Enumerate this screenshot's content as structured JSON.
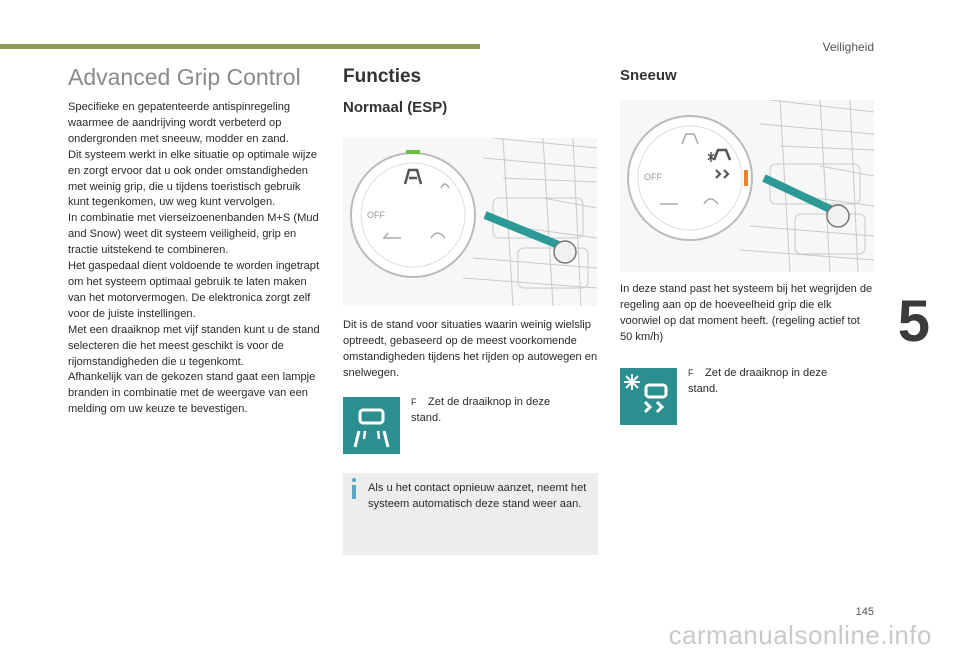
{
  "header": {
    "section": "Veiligheid",
    "chapter_number": "5",
    "page_number": "145",
    "watermark": "carmanualsonline.info"
  },
  "intro": {
    "title": "Advanced Grip Control",
    "paragraphs": [
      "Specifieke en gepatenteerde antispinregeling waarmee de aandrijving wordt verbeterd op ondergronden met sneeuw, modder en zand.",
      "Dit systeem werkt in elke situatie op optimale wijze en zorgt ervoor dat u ook onder omstandigheden met weinig grip, die u tijdens toeristisch gebruik kunt tegenkomen, uw weg kunt vervolgen.",
      "In combinatie met vierseizoenenbanden M+S (Mud and Snow) weet dit systeem veiligheid, grip en tractie uitstekend te combineren.",
      "Het gaspedaal dient voldoende te worden ingetrapt om het systeem optimaal gebruik te laten maken van het motorvermogen. De elektronica zorgt zelf voor de juiste instellingen.",
      "Met een draaiknop met vijf standen kunt u de stand selecteren die het meest geschikt is voor de rijomstandigheden die u tegenkomt.",
      "Afhankelijk van de gekozen stand gaat een lampje branden in combinatie met de weergave van een melding om uw keuze te bevestigen."
    ]
  },
  "functies": {
    "title": "Functies",
    "normaal": {
      "title": "Normaal (ESP)",
      "description": "Dit is de stand voor situaties waarin weinig wielslip optreedt, gebaseerd op de meest voorkomende omstandigheden tijdens het rijden op autowegen en snelwegen.",
      "step": "Zet de draaiknop in deze stand.",
      "step_marker": "F",
      "info": "Als u het contact opnieuw aanzet, neemt het systeem automatisch deze stand weer aan.",
      "knob_label": "OFF"
    },
    "sneeuw": {
      "title": "Sneeuw",
      "description": "In deze stand past het systeem bij het wegrijden de regeling aan op de hoeveelheid grip die elk voorwiel op dat moment heeft. (regeling actief tot 50 km/h)",
      "step": "Zet de draaiknop in deze stand.",
      "step_marker": "F",
      "knob_label": "OFF"
    }
  },
  "colors": {
    "accent_bar": "#8c9a5a",
    "icon_teal": "#2c8f8f",
    "indicator_green": "#6dbe3c",
    "indicator_orange": "#e8832a",
    "pointer_teal": "#2b9a96",
    "info_blue": "#5aa5c8"
  },
  "icons": [
    "normal-mode-icon",
    "snow-mode-icon",
    "info-icon"
  ]
}
